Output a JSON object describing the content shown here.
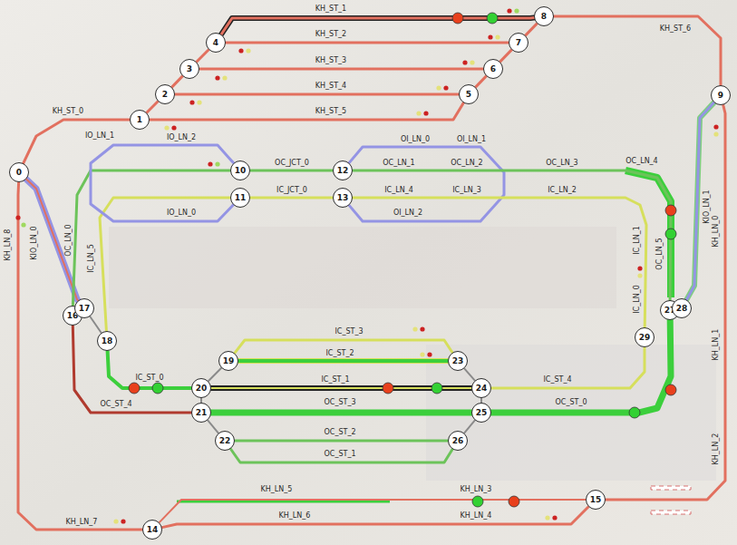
{
  "diagram": {
    "nodes": [
      {
        "text": [
          "0"
        ]
      },
      {
        "text": [
          "1"
        ]
      },
      {
        "text": [
          "2"
        ]
      },
      {
        "text": [
          "3"
        ]
      },
      {
        "text": [
          "4"
        ]
      },
      {
        "text": [
          "5"
        ]
      },
      {
        "text": [
          "6"
        ]
      },
      {
        "text": [
          "7"
        ]
      },
      {
        "text": [
          "8"
        ]
      },
      {
        "text": [
          "9"
        ]
      },
      {
        "text": [
          "10"
        ]
      },
      {
        "text": [
          "11"
        ]
      },
      {
        "text": [
          "12"
        ]
      },
      {
        "text": [
          "13"
        ]
      },
      {
        "text": [
          "14"
        ]
      },
      {
        "text": [
          "15"
        ]
      },
      {
        "text": [
          "16"
        ]
      },
      {
        "text": [
          "17"
        ]
      },
      {
        "text": [
          "18"
        ]
      },
      {
        "text": [
          "19"
        ]
      },
      {
        "text": [
          "20"
        ]
      },
      {
        "text": [
          "21"
        ]
      },
      {
        "text": [
          "22"
        ]
      },
      {
        "text": [
          "23"
        ]
      },
      {
        "text": [
          "24"
        ]
      },
      {
        "text": [
          "25"
        ]
      },
      {
        "text": [
          "26"
        ]
      },
      {
        "text": [
          "27"
        ]
      },
      {
        "text": [
          "28"
        ]
      },
      {
        "text": [
          "29"
        ]
      }
    ],
    "edges": [
      {
        "from": 0,
        "to": 1,
        "label": "KH_ST_0",
        "arrow": "none"
      },
      {
        "from": 1,
        "to": 2,
        "arrow": "none"
      },
      {
        "from": 2,
        "to": 3,
        "arrow": "none"
      },
      {
        "from": 3,
        "to": 4,
        "arrow": "none"
      },
      {
        "from": 4,
        "to": 8,
        "label": "KH_ST_1",
        "arrow": "none"
      },
      {
        "from": 4,
        "to": 7,
        "label": "KH_ST_2",
        "arrow": "none"
      },
      {
        "from": 3,
        "to": 6,
        "label": "KH_ST_3",
        "arrow": "none"
      },
      {
        "from": 2,
        "to": 5,
        "label": "KH_ST_4",
        "arrow": "none"
      },
      {
        "from": 1,
        "to": 5,
        "label": "KH_ST_5",
        "arrow": "none"
      },
      {
        "from": 5,
        "to": 6,
        "arrow": "none"
      },
      {
        "from": 6,
        "to": 7,
        "arrow": "none"
      },
      {
        "from": 7,
        "to": 8,
        "arrow": "none"
      },
      {
        "from": 8,
        "to": 9,
        "label": "KH_ST_6",
        "arrow": "none"
      },
      {
        "from": 9,
        "to": 15,
        "label": "KH_LN_0",
        "arrow": "none"
      },
      {
        "from": 15,
        "to": 14,
        "label": "KH_LN_3",
        "arrow": "none"
      },
      {
        "from": 15,
        "to": 14,
        "label": "KH_LN_4",
        "arrow": "none"
      },
      {
        "from": 14,
        "to": 0,
        "label": "KH_LN_8",
        "arrow": "none"
      },
      {
        "from": 0,
        "to": 17,
        "label": "KIO_LN_0",
        "arrow": "none"
      },
      {
        "from": 16,
        "to": 10,
        "label": "OC_LN_0",
        "arrow": "none"
      },
      {
        "from": 18,
        "to": 11,
        "label": "IC_LN_5",
        "arrow": "none"
      },
      {
        "from": 10,
        "to": 11,
        "label": "IO_LN_0",
        "arrow": "none"
      },
      {
        "from": 10,
        "to": 12,
        "label": "OC_JCT_0",
        "arrow": "none"
      },
      {
        "from": 11,
        "to": 13,
        "label": "IC_JCT_0",
        "arrow": "none"
      },
      {
        "from": 12,
        "to": 13,
        "label": "OI_LN_0",
        "arrow": "none"
      },
      {
        "from": 12,
        "to": 27,
        "label": "OC_LN_1",
        "arrow": "none"
      },
      {
        "from": 13,
        "to": 29,
        "label": "IC_LN_4",
        "arrow": "none"
      },
      {
        "from": 28,
        "to": 9,
        "label": "KIO_LN_1",
        "arrow": "none"
      },
      {
        "from": 27,
        "to": 25,
        "label": "OC_ST_0",
        "arrow": "none"
      },
      {
        "from": 29,
        "to": 24,
        "label": "IC_ST_4",
        "arrow": "none"
      },
      {
        "from": 24,
        "to": 20,
        "label": "IC_ST_1",
        "arrow": "none"
      },
      {
        "from": 23,
        "to": 19,
        "label": "IC_ST_2",
        "arrow": "none"
      },
      {
        "from": 23,
        "to": 19,
        "label": "IC_ST_3",
        "arrow": "none"
      },
      {
        "from": 25,
        "to": 21,
        "label": "OC_ST_3",
        "arrow": "none"
      },
      {
        "from": 26,
        "to": 22,
        "label": "OC_ST_2",
        "arrow": "none"
      },
      {
        "from": 26,
        "to": 22,
        "label": "OC_ST_1",
        "arrow": "none"
      },
      {
        "from": 19,
        "to": 20,
        "arrow": "none"
      },
      {
        "from": 20,
        "to": 21,
        "arrow": "none"
      },
      {
        "from": 21,
        "to": 22,
        "arrow": "none"
      },
      {
        "from": 23,
        "to": 24,
        "arrow": "none"
      },
      {
        "from": 24,
        "to": 25,
        "arrow": "none"
      },
      {
        "from": 25,
        "to": 26,
        "arrow": "none"
      },
      {
        "from": 18,
        "to": 20,
        "label": "IC_ST_0",
        "arrow": "none"
      },
      {
        "from": 16,
        "to": 21,
        "label": "OC_ST_4",
        "arrow": "none"
      },
      {
        "from": 17,
        "to": 18,
        "arrow": "none"
      }
    ],
    "labels": [
      "IO_LN_1",
      "IO_LN_2",
      "OC_LN_2",
      "OC_LN_3",
      "OC_LN_4",
      "IC_LN_3",
      "IC_LN_2",
      "OI_LN_1",
      "OI_LN_2",
      "OC_LN_5",
      "IC_LN_1",
      "IC_LN_0",
      "KH_LN_1",
      "KH_LN_2",
      "KH_LN_5",
      "KH_LN_6",
      "KH_LN_7"
    ]
  }
}
